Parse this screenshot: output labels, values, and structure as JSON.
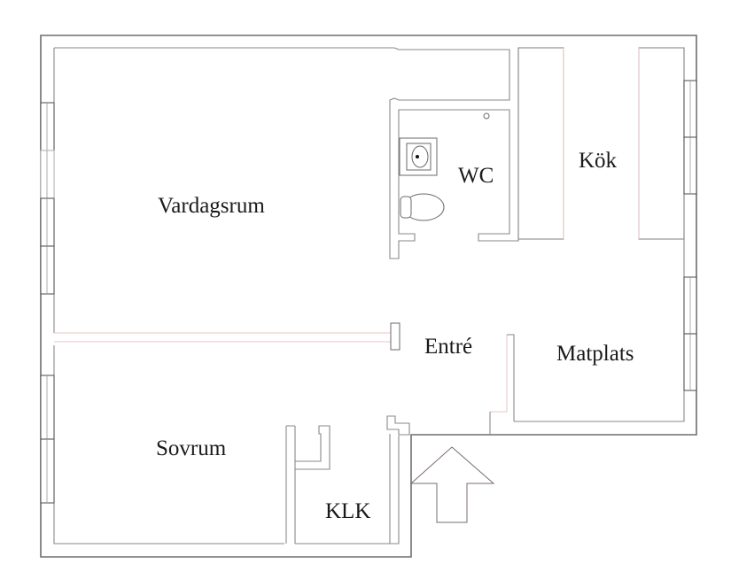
{
  "floorplan": {
    "rooms": [
      {
        "id": "vardagsrum",
        "label": "Vardagsrum"
      },
      {
        "id": "wc",
        "label": "WC"
      },
      {
        "id": "kok",
        "label": "Kök"
      },
      {
        "id": "entre",
        "label": "Entré"
      },
      {
        "id": "matplats",
        "label": "Matplats"
      },
      {
        "id": "sovrum",
        "label": "Sovrum"
      },
      {
        "id": "klk",
        "label": "KLK"
      }
    ],
    "entrance_arrow": "up-arrow",
    "colors": {
      "outer_wall": "#6e6e6e",
      "inner_wall": "#8a8a8a",
      "accent_line": "#e8c4c4",
      "text": "#1a1a1a",
      "background": "#ffffff"
    }
  }
}
